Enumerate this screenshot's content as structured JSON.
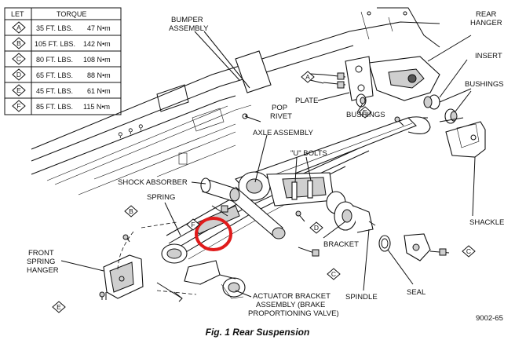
{
  "torque_table": {
    "header_let": "LET",
    "header_torque": "TORQUE",
    "rows": [
      {
        "let": "A",
        "ftlbs": "35 FT. LBS.",
        "nm": "47 N•m"
      },
      {
        "let": "B",
        "ftlbs": "105 FT. LBS.",
        "nm": "142 N•m"
      },
      {
        "let": "C",
        "ftlbs": "80 FT. LBS.",
        "nm": "108 N•m"
      },
      {
        "let": "D",
        "ftlbs": "65 FT. LBS.",
        "nm": "88 N•m"
      },
      {
        "let": "E",
        "ftlbs": "45 FT. LBS.",
        "nm": "61 N•m"
      },
      {
        "let": "F",
        "ftlbs": "85 FT. LBS.",
        "nm": "115 N•m"
      }
    ]
  },
  "labels": {
    "bumper_1": "BUMPER",
    "bumper_2": "ASSEMBLY",
    "rear_hanger_1": "REAR",
    "rear_hanger_2": "HANGER",
    "insert": "INSERT",
    "bushings_right": "BUSHINGS",
    "plate": "PLATE",
    "bushings_mid": "BUSHINGS",
    "pop_rivet_1": "POP",
    "pop_rivet_2": "RIVET",
    "axle_assembly": "AXLE ASSEMBLY",
    "u_bolts": "\"U\" BOLTS",
    "shock_absorber": "SHOCK ABSORBER",
    "spring": "SPRING",
    "bracket": "BRACKET",
    "shackle": "SHACKLE",
    "front_spring_hanger_1": "FRONT",
    "front_spring_hanger_2": "SPRING",
    "front_spring_hanger_3": "HANGER",
    "spindle": "SPINDLE",
    "seal": "SEAL",
    "actuator_1": "ACTUATOR BRACKET",
    "actuator_2": "ASSEMBLY (BRAKE",
    "actuator_3": "PROPORTIONING VALVE)",
    "figure_number": "9002-65"
  },
  "callouts": {
    "a": "A",
    "b": "B",
    "c": "C",
    "d": "D",
    "e": "E",
    "f": "F"
  },
  "caption": "Fig. 1 Rear Suspension",
  "colors": {
    "highlight_circle": "#e01b1b"
  }
}
